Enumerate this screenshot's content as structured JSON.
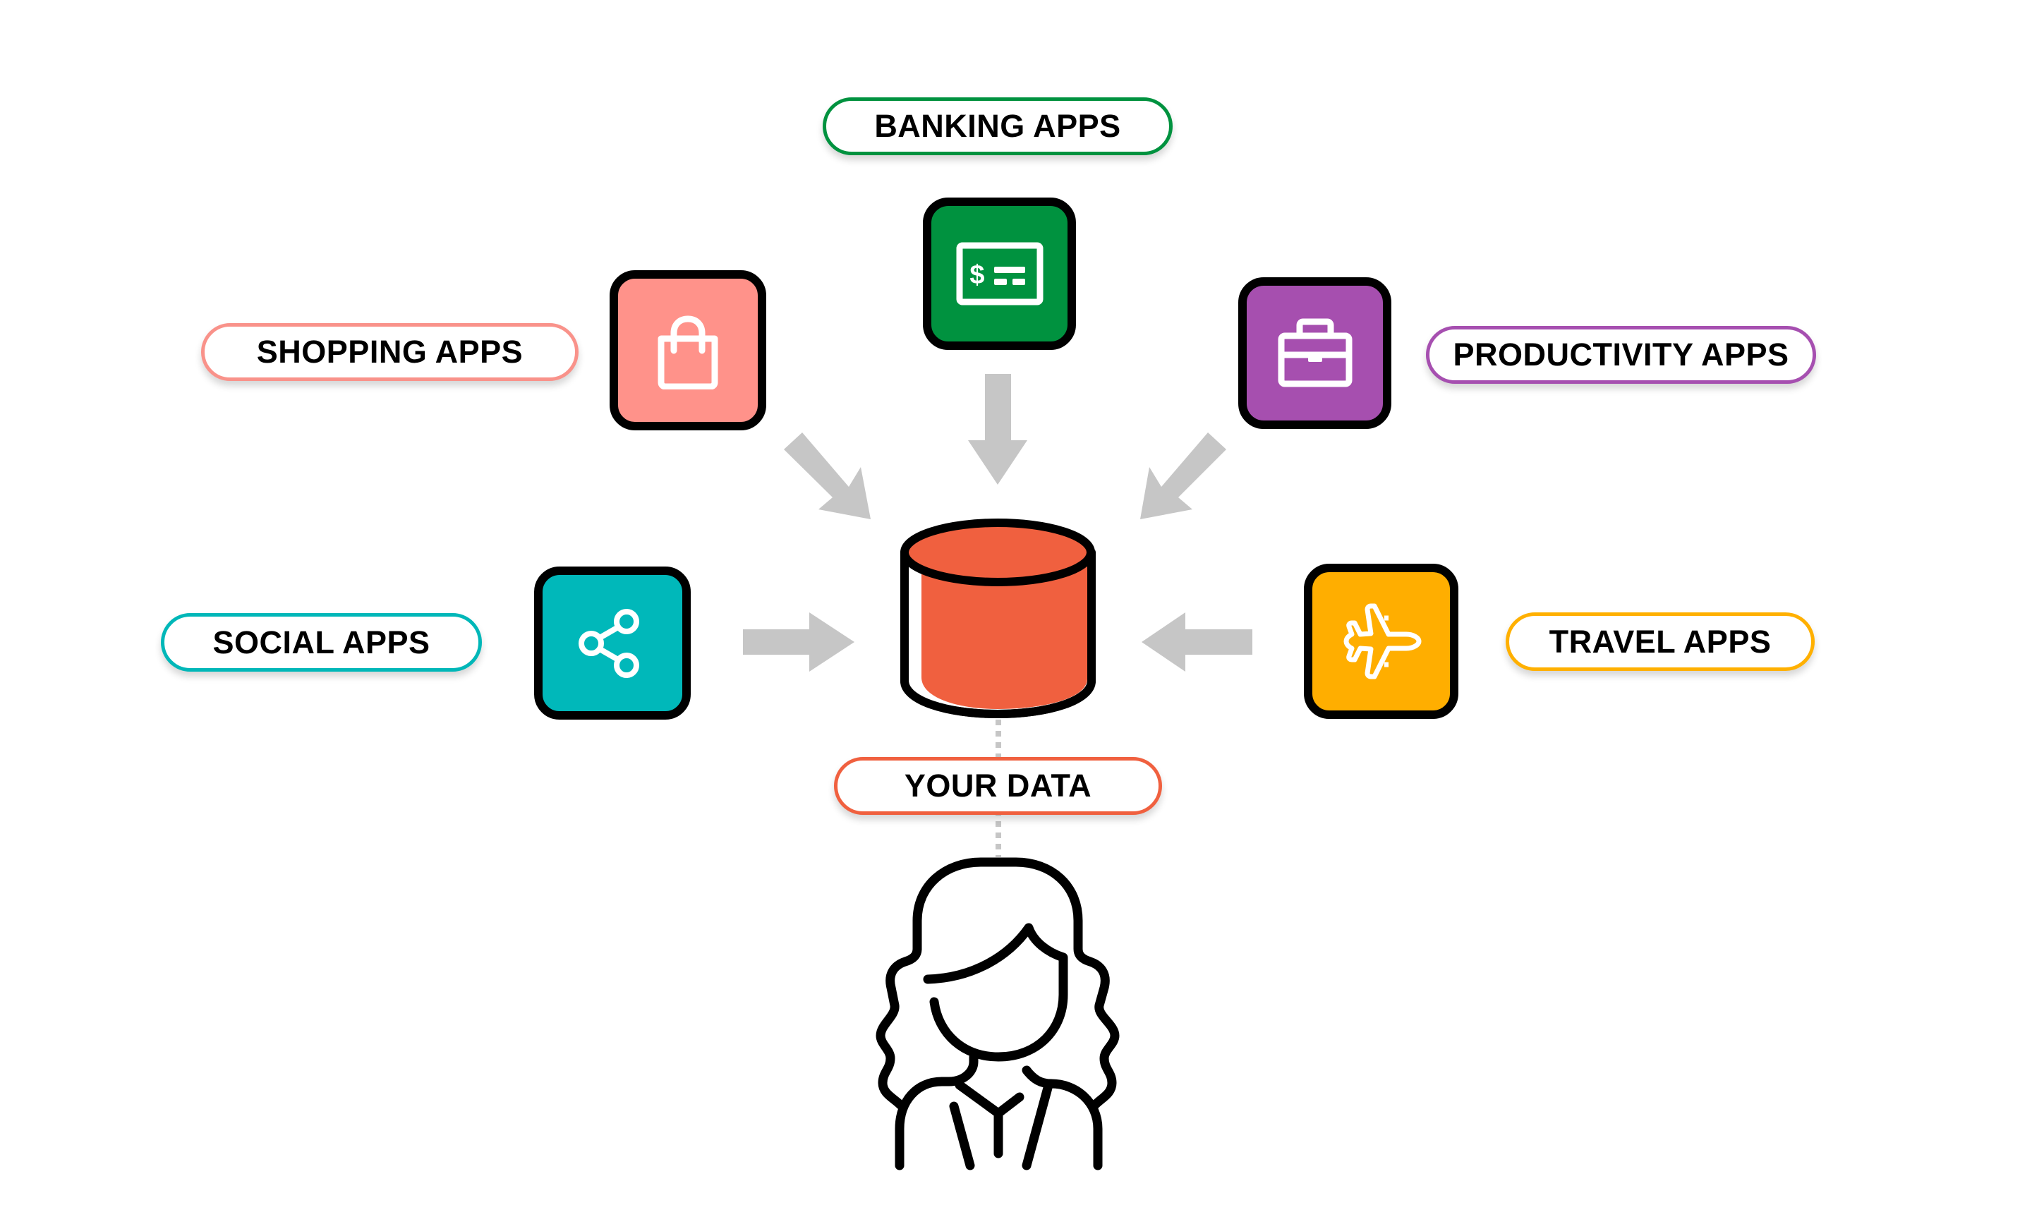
{
  "diagram": {
    "title": "Apps feeding your data",
    "center": {
      "label": "YOUR DATA",
      "icon": "database-cylinder-icon",
      "color": "#F0603F"
    },
    "user": {
      "icon": "woman-user-icon"
    },
    "arrow_color": "#C6C6C6",
    "connector_color": "#C6C6C6",
    "apps": [
      {
        "id": "banking",
        "label": "BANKING APPS",
        "icon": "check-dollar-icon",
        "fill": "#00923F",
        "border": "#00923F",
        "direction": "down"
      },
      {
        "id": "shopping",
        "label": "SHOPPING APPS",
        "icon": "shopping-bag-icon",
        "fill": "#FF928A",
        "border": "#F9928A",
        "direction": "down-right"
      },
      {
        "id": "productivity",
        "label": "PRODUCTIVITY APPS",
        "icon": "briefcase-icon",
        "fill": "#A64FAF",
        "border": "#A64FB0",
        "direction": "down-left"
      },
      {
        "id": "social",
        "label": "SOCIAL APPS",
        "icon": "share-icon",
        "fill": "#00B8BA",
        "border": "#00B7B8",
        "direction": "right"
      },
      {
        "id": "travel",
        "label": "TRAVEL APPS",
        "icon": "airplane-icon",
        "fill": "#FFAE00",
        "border": "#FFB000",
        "direction": "left"
      }
    ]
  }
}
